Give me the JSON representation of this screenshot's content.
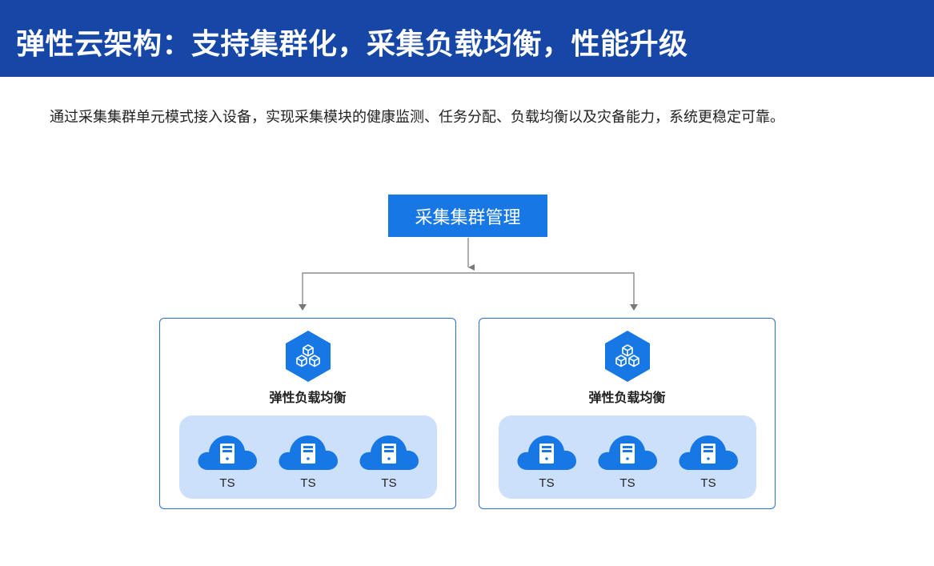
{
  "header": {
    "title": "弹性云架构：支持集群化，采集负载均衡，性能升级"
  },
  "subtitle": "通过采集集群单元模式接入设备，实现采集模块的健康监测、任务分配、负载均衡以及灾备能力，系统更稳定可靠。",
  "manager": {
    "label": "采集集群管理"
  },
  "clusters": [
    {
      "icon": "load-balancer-cubes-icon",
      "label": "弹性负载均衡",
      "nodes": [
        {
          "label": "TS",
          "icon": "cloud-server-icon"
        },
        {
          "label": "TS",
          "icon": "cloud-server-icon"
        },
        {
          "label": "TS",
          "icon": "cloud-server-icon"
        }
      ]
    },
    {
      "icon": "load-balancer-cubes-icon",
      "label": "弹性负载均衡",
      "nodes": [
        {
          "label": "TS",
          "icon": "cloud-server-icon"
        },
        {
          "label": "TS",
          "icon": "cloud-server-icon"
        },
        {
          "label": "TS",
          "icon": "cloud-server-icon"
        }
      ]
    }
  ],
  "colors": {
    "header_bg": "#1747a6",
    "accent_blue": "#1677e5",
    "pool_bg": "#cde0fb",
    "connector": "#777777"
  }
}
